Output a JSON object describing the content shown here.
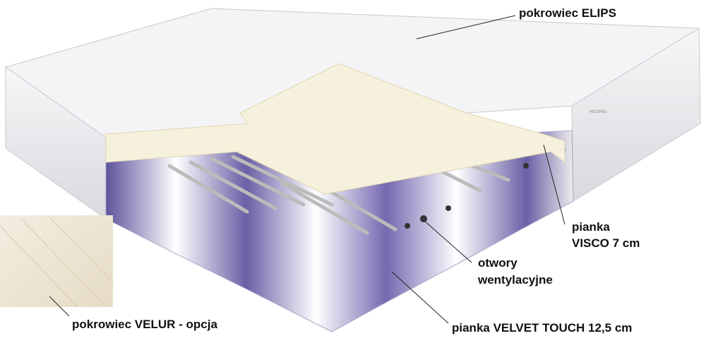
{
  "labels": {
    "cover_elips": "pokrowiec ELIPS",
    "visco_line1": "pianka",
    "visco_line2": "VISCO 7 cm",
    "vents_line1": "otwory",
    "vents_line2": "wentylacyjne",
    "velvet": "pianka VELVET TOUCH 12,5 cm",
    "velur": "pokrowiec VELUR - opcja"
  },
  "logo_text": "HILDING",
  "colors": {
    "foam_purple": "#6b5fa6",
    "visco_cream": "#f6f1dc",
    "cover_white": "#f4f4f6"
  }
}
